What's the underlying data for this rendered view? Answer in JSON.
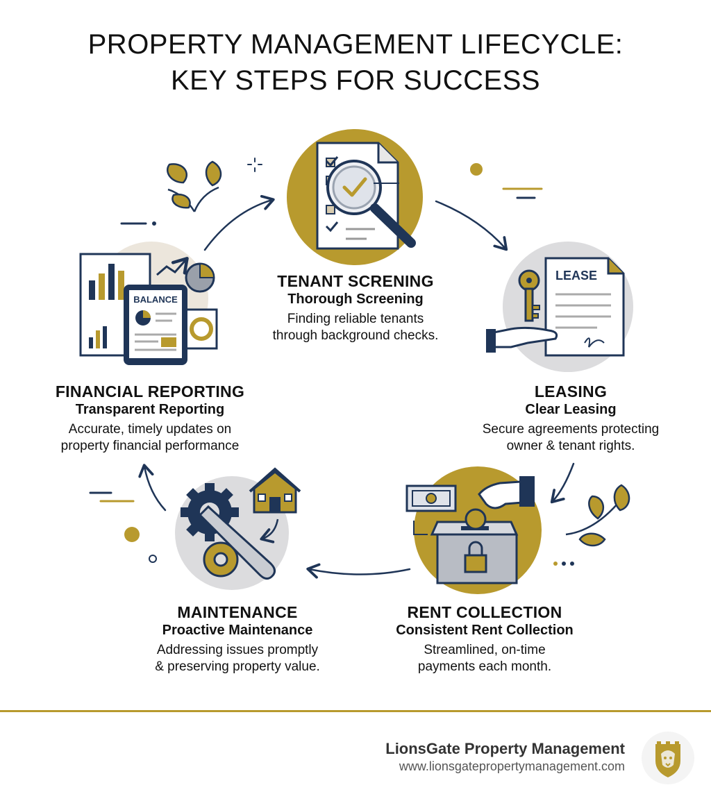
{
  "title": {
    "line1": "PROPERTY MANAGEMENT LIFECYCLE:",
    "line2": "KEY STEPS FOR SUCCESS"
  },
  "colors": {
    "gold": "#b89a2e",
    "navy": "#1f3557",
    "grey": "#d6d6d8",
    "divider": "#b89a2e"
  },
  "steps": {
    "tenant_screening": {
      "heading": "TENANT SCRENING",
      "subtitle": "Thorough Screening",
      "desc_line1": "Finding reliable tenants",
      "desc_line2": "through background checks.",
      "icon": "magnifier-checklist-icon"
    },
    "leasing": {
      "heading": "LEASING",
      "subtitle": "Clear Leasing",
      "desc_line1": "Secure agreements protecting",
      "desc_line2": "owner & tenant rights.",
      "doc_label": "LEASE",
      "icon": "lease-key-handshake-icon"
    },
    "rent_collection": {
      "heading": "RENT COLLECTION",
      "subtitle": "Consistent Rent Collection",
      "desc_line1": "Streamlined, on-time",
      "desc_line2": "payments each month.",
      "icon": "cash-lockbox-icon"
    },
    "maintenance": {
      "heading": "MAINTENANCE",
      "subtitle": "Proactive Maintenance",
      "desc_line1": "Addressing issues promptly",
      "desc_line2": "& preserving property value.",
      "icon": "gears-wrench-house-icon"
    },
    "financial_reporting": {
      "heading": "FINANCIAL REPORTING",
      "subtitle": "Transparent Reporting",
      "desc_line1": "Accurate, timely updates on",
      "desc_line2": "property financial performance",
      "tablet_label": "BALANCE",
      "icon": "charts-tablet-icon"
    }
  },
  "footer": {
    "company": "LionsGate Property Management",
    "url": "www.lionsgatepropertymanagement.com",
    "logo": "lion-shield-logo"
  }
}
